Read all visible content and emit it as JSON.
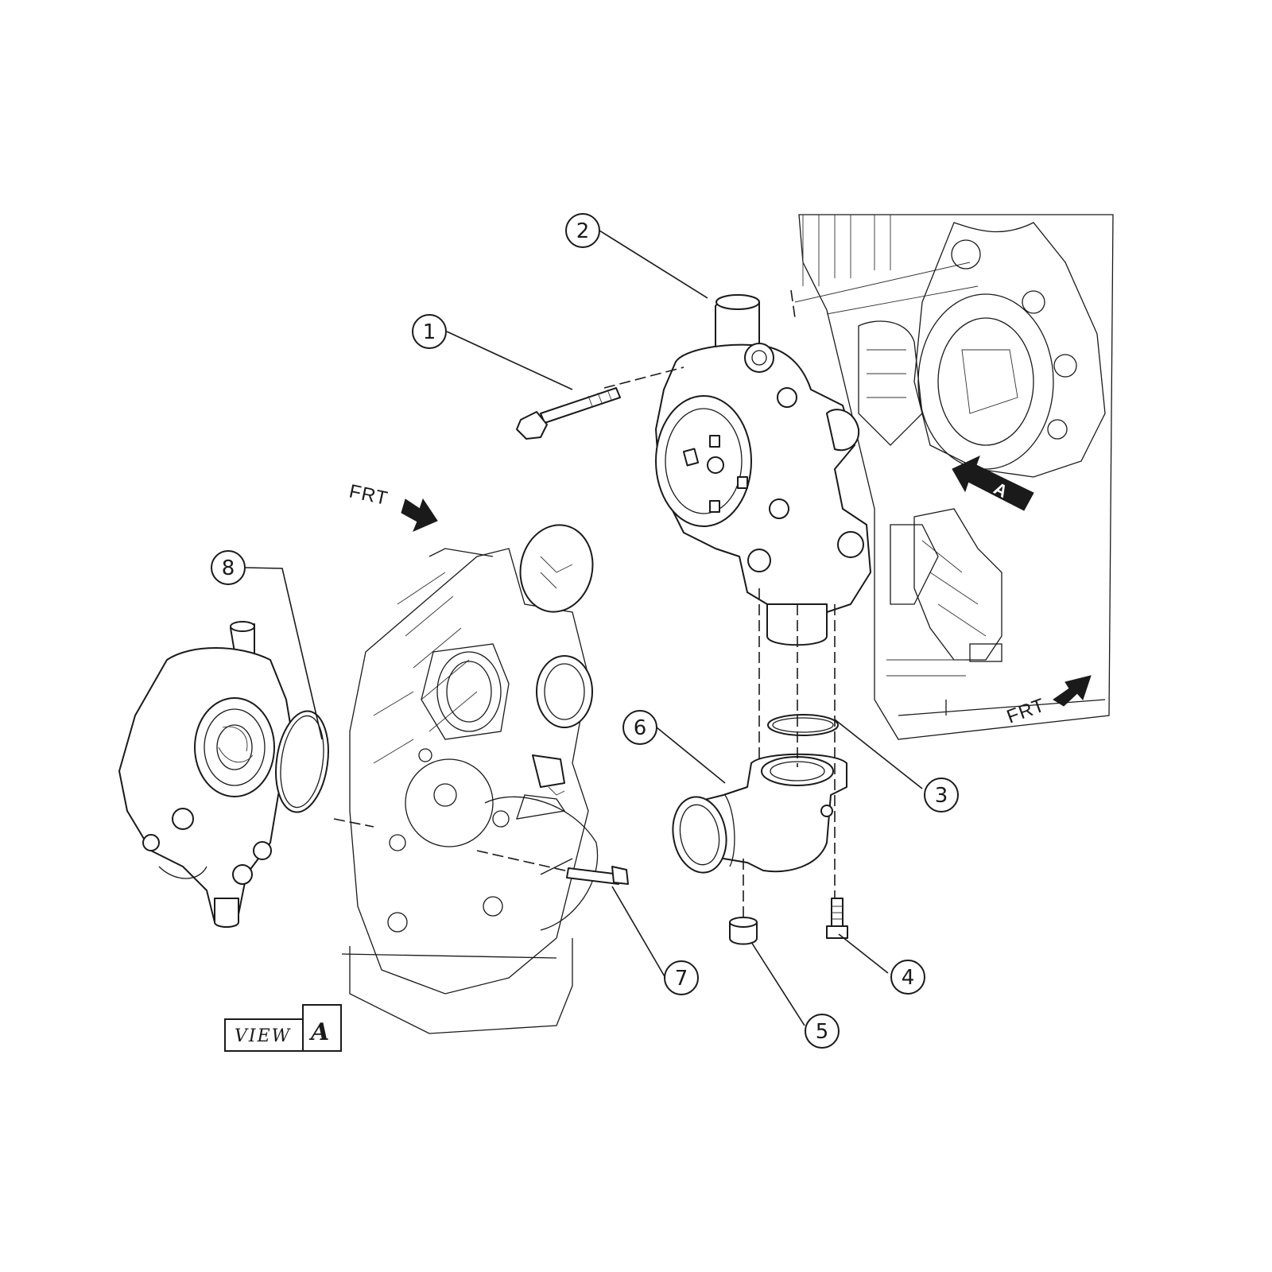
{
  "callouts": [
    {
      "id": "1",
      "label": "1"
    },
    {
      "id": "2",
      "label": "2"
    },
    {
      "id": "3",
      "label": "3"
    },
    {
      "id": "4",
      "label": "4"
    },
    {
      "id": "5",
      "label": "5"
    },
    {
      "id": "6",
      "label": "6"
    },
    {
      "id": "7",
      "label": "7"
    },
    {
      "id": "8",
      "label": "8"
    }
  ],
  "direction_labels": {
    "frt_left": "FRT",
    "frt_right": "FRT"
  },
  "view_marker": {
    "arrow_letter": "A",
    "view_word": "VIEW",
    "view_letter": "A"
  },
  "colors": {
    "line": "#1a1a1a",
    "background": "#ffffff"
  }
}
